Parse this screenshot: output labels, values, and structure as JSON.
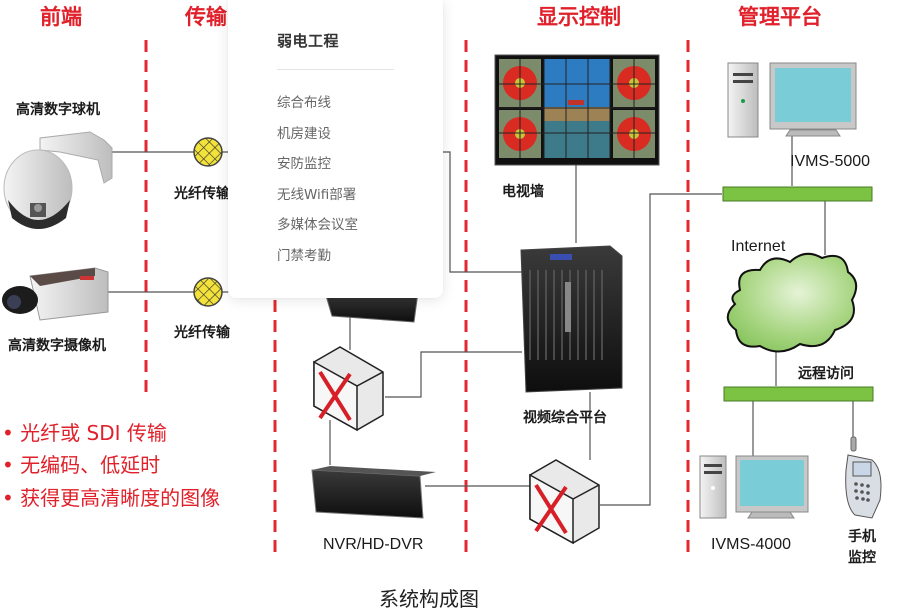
{
  "sections": [
    {
      "title": "前端"
    },
    {
      "title": "传输"
    },
    {
      "title": "显示控制"
    },
    {
      "title": "管理平台"
    }
  ],
  "devices": {
    "dome_camera": "高清数字球机",
    "box_camera": "高清数字摄像机",
    "fiber_1": "光纤传输",
    "fiber_2": "光纤传输",
    "nvr": "NVR/HD-DVR",
    "video_wall": "电视墙",
    "video_platform": "视频综合平台",
    "ivms5000": "IVMS-5000",
    "internet": "Internet",
    "remote_access": "远程访问",
    "ivms4000": "IVMS-4000",
    "mobile_line1": "手机",
    "mobile_line2": "监控"
  },
  "features": [
    "• 光纤或 SDI 传输",
    "• 无编码、低延时",
    "• 获得更高清晰度的图像"
  ],
  "caption": "系统构成图",
  "colors": {
    "accent_red": "#e0202a",
    "network_green": "#7cc243",
    "fiber_yellow": "#f3e23a",
    "monitor_cyan": "#7accd6"
  },
  "popover": {
    "title": "弱电工程",
    "items": [
      {
        "label": "综合布线"
      },
      {
        "label": "机房建设"
      },
      {
        "label": "安防监控"
      },
      {
        "label": "无线Wifi部署"
      },
      {
        "label": "多媒体会议室"
      },
      {
        "label": "门禁考勤"
      }
    ]
  }
}
